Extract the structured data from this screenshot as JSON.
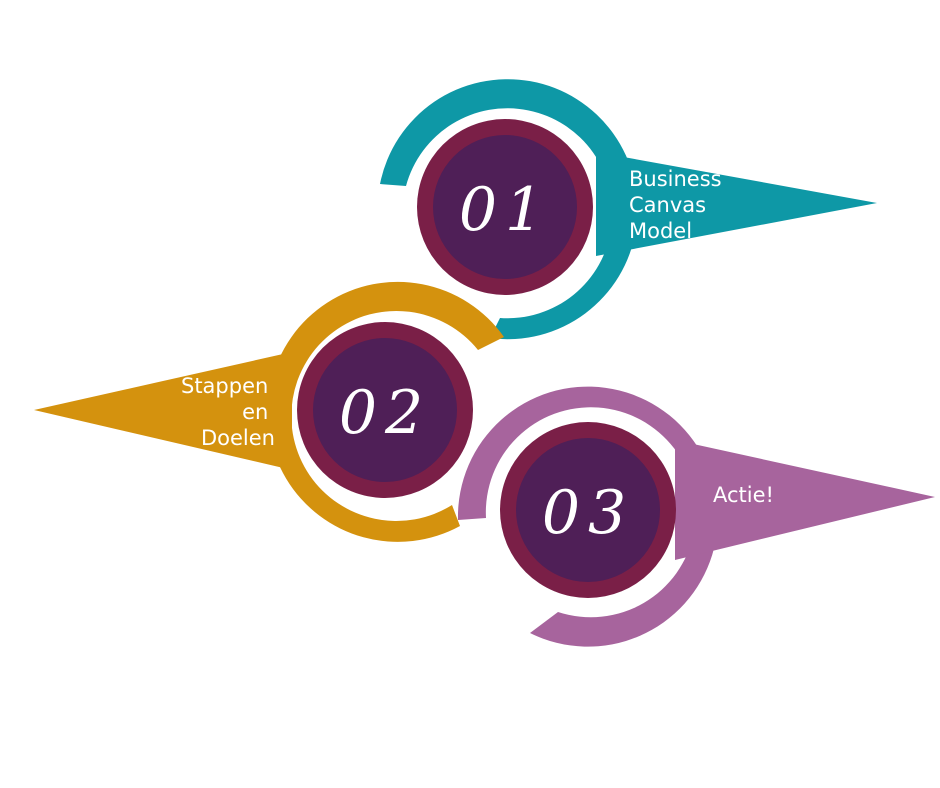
{
  "colors": {
    "teal": "#0e98a6",
    "orange": "#d4920e",
    "mauve": "#a7649d",
    "ring": "#7a1f47",
    "core": "#4f1f57",
    "text": "#ffffff"
  },
  "steps": [
    {
      "number": "01",
      "label_lines": [
        "Business",
        "Canvas",
        "Model"
      ]
    },
    {
      "number": "02",
      "label_lines": [
        "Stappen",
        "en",
        "Doelen"
      ]
    },
    {
      "number": "03",
      "label_lines": [
        "Actie!"
      ]
    }
  ]
}
